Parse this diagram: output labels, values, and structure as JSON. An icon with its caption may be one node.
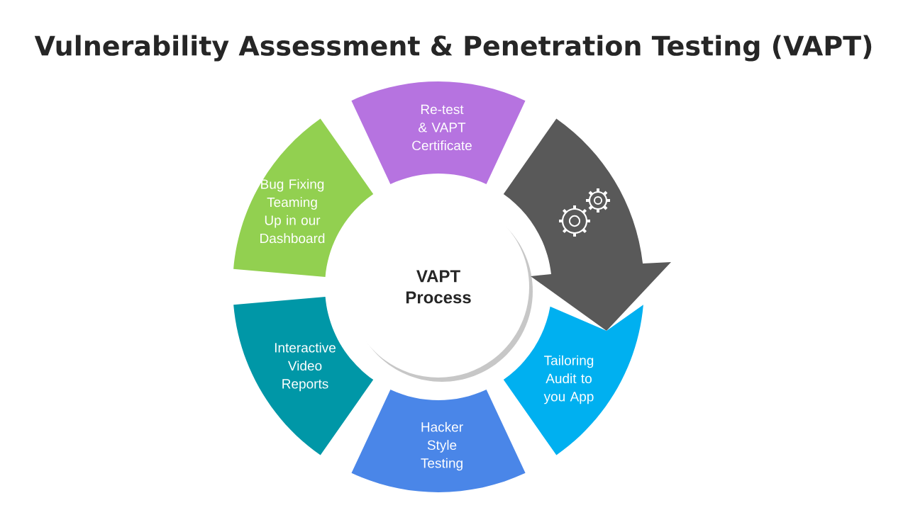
{
  "diagram": {
    "title": "Vulnerability Assessment & Penetration Testing (VAPT)",
    "nodes": [
      {
        "text": [
          "VAPT Process"
        ]
      },
      {
        "text": [
          "Re-test & VAPT Certificate"
        ]
      },
      {
        "text": [],
        "shape": "arrow"
      },
      {
        "text": [
          "Tailoring Audit to you App"
        ]
      },
      {
        "text": [
          "Hacker Style Testing"
        ]
      },
      {
        "text": [
          "Interactive Video Reports"
        ]
      },
      {
        "text": [
          "Bug Fixing Teaming Up in our Dashboard"
        ]
      }
    ]
  }
}
